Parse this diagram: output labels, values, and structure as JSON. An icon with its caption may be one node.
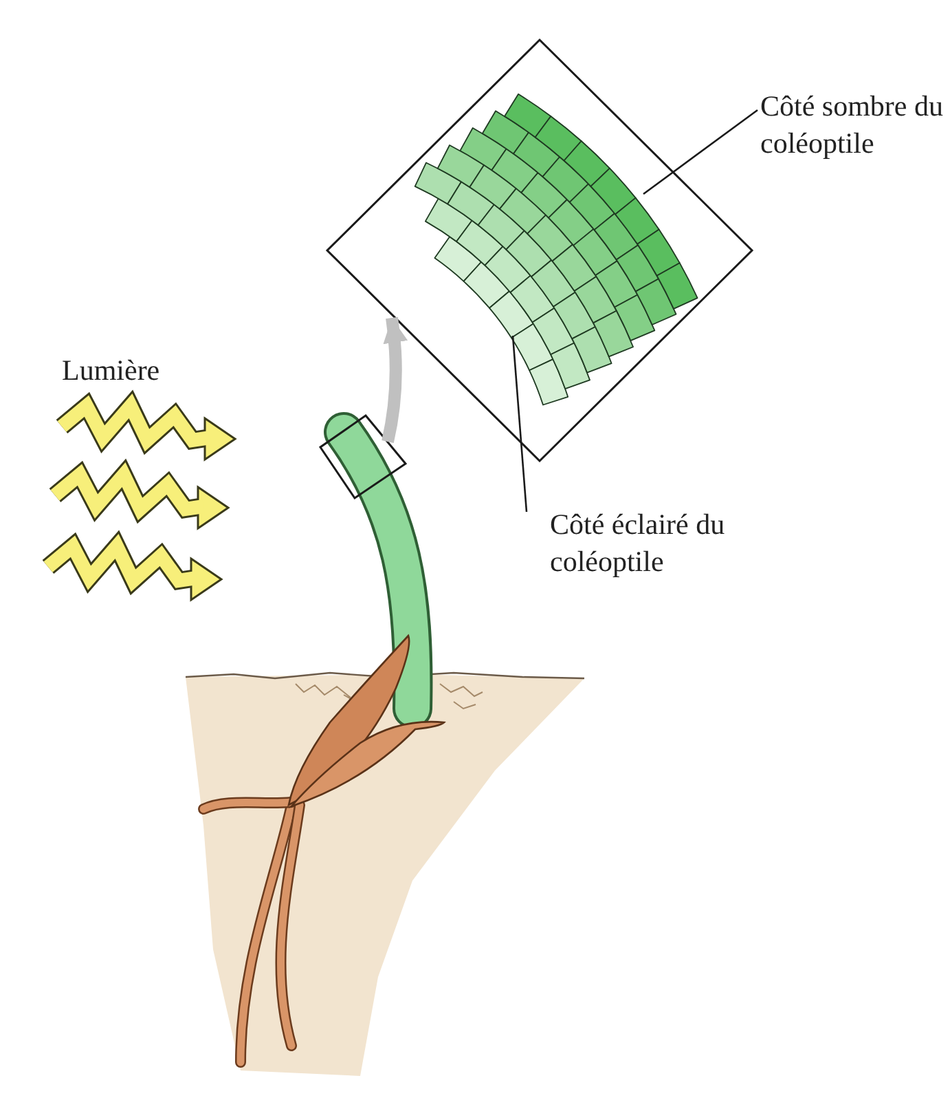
{
  "diagram": {
    "nodes": [
      {
        "text": [],
        "shape": "diamond"
      },
      {
        "text": [
          "Côté sombre du coléoptile"
        ]
      },
      {
        "text": [],
        "shape": "picture",
        "in": 0
      },
      {
        "text": [
          "Côté éclairé du coléoptile"
        ]
      },
      {
        "text": [],
        "shape": "picture",
        "in": 0
      },
      {
        "text": [],
        "shape": "box"
      }
    ],
    "edges": [
      {
        "from": 1,
        "to": 2,
        "arrow": "none"
      },
      {
        "from": 3,
        "to": 4,
        "arrow": "none"
      },
      {
        "from": 5,
        "to": 0,
        "arrow": "to",
        "style": "thick",
        "color": "#c0c0c0"
      }
    ],
    "labels": [
      "Lumière"
    ]
  }
}
